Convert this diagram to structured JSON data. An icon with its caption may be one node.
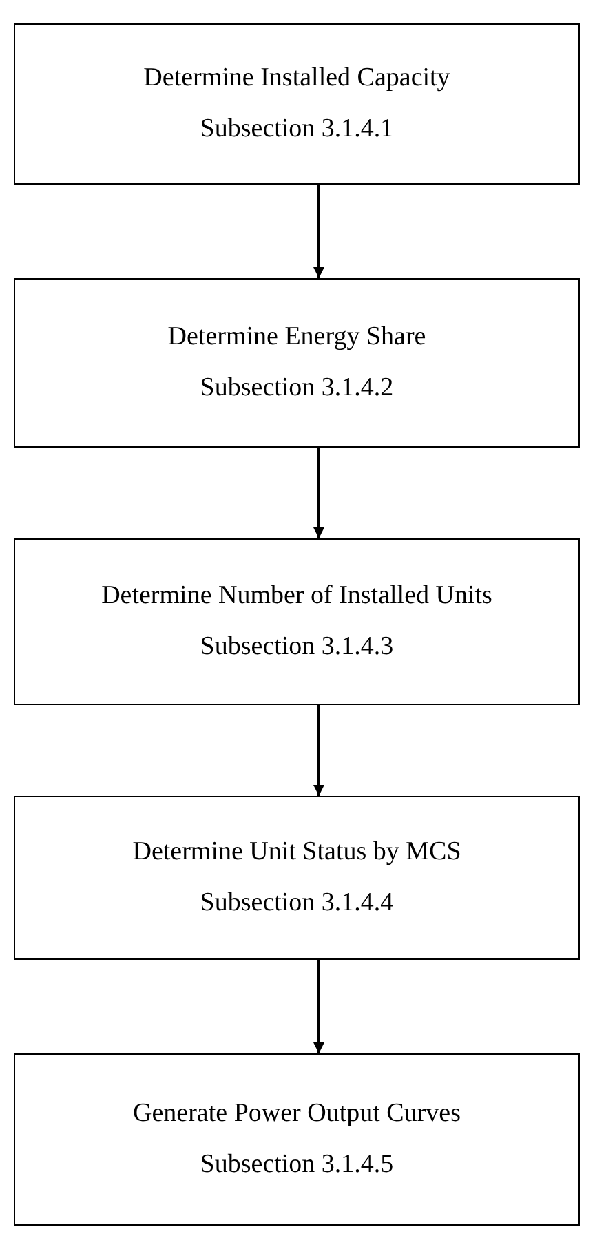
{
  "diagram": {
    "nodes": [
      {
        "text": [
          "Determine Installed Capacity",
          "Subsection 3.1.4.1"
        ]
      },
      {
        "text": [
          "Determine Energy Share",
          "Subsection 3.1.4.2"
        ]
      },
      {
        "text": [
          "Determine Number of Installed Units",
          "Subsection 3.1.4.3"
        ]
      },
      {
        "text": [
          "Determine Unit Status by MCS",
          "Subsection 3.1.4.4"
        ]
      },
      {
        "text": [
          "Generate Power Output Curves",
          "Subsection 3.1.4.5"
        ]
      }
    ],
    "edges": [
      {
        "from": 0,
        "to": 1,
        "arrow": "to"
      },
      {
        "from": 1,
        "to": 2,
        "arrow": "to"
      },
      {
        "from": 2,
        "to": 3,
        "arrow": "to"
      },
      {
        "from": 3,
        "to": 4,
        "arrow": "to"
      }
    ]
  }
}
